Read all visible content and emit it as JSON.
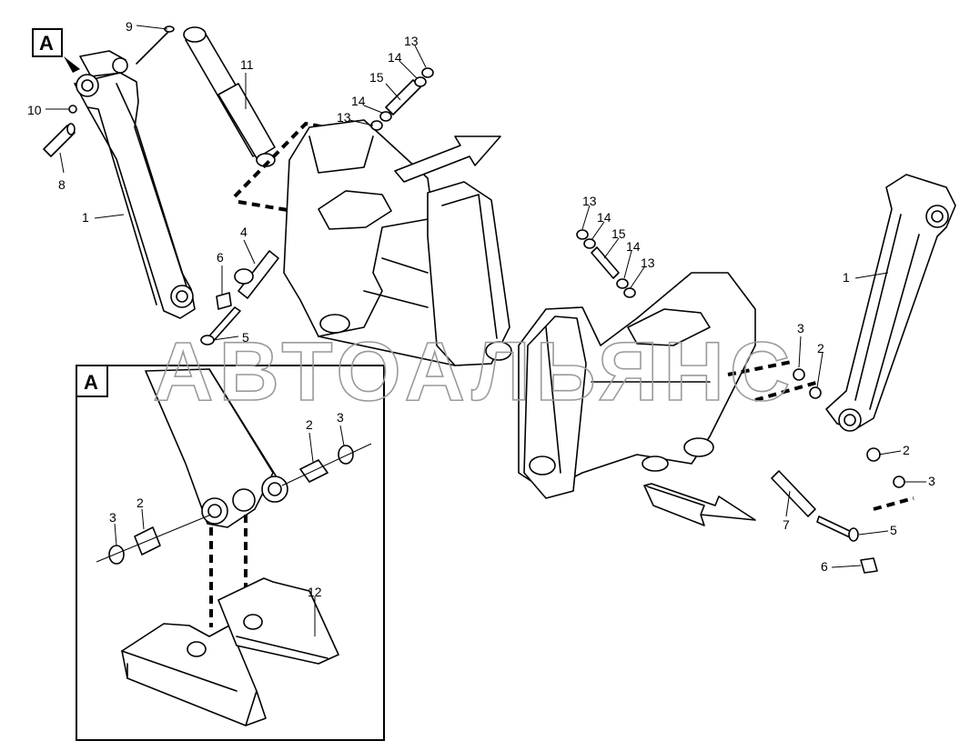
{
  "watermark": "АВТОАЛЬЯНС",
  "detail_marker": "A",
  "detail_box_label": "A",
  "callouts": {
    "left_boom": "1",
    "right_boom": "1",
    "bushing_inset_right": "2",
    "bushing_inset_left": "2",
    "bushing_right_top": "2",
    "bushing_right_bottom": "2",
    "washer_inset_right": "3",
    "washer_inset_left": "3",
    "washer_right_top": "3",
    "washer_right_bottom": "3",
    "pin_left": "4",
    "bolt_left": "5",
    "bolt_right": "5",
    "nut_left": "6",
    "nut_right": "6",
    "pin_right": "7",
    "pin_top_left": "8",
    "bolt_top": "9",
    "grease_nipple": "10",
    "cylinder": "11",
    "support_blocks": "12",
    "nut_top_a": "13",
    "nut_top_b": "13",
    "nut_mid_a": "13",
    "nut_mid_b": "13",
    "washer_top_a": "14",
    "washer_top_b": "14",
    "washer_mid_a": "14",
    "washer_mid_b": "14",
    "stud_top": "15",
    "stud_mid": "15"
  }
}
